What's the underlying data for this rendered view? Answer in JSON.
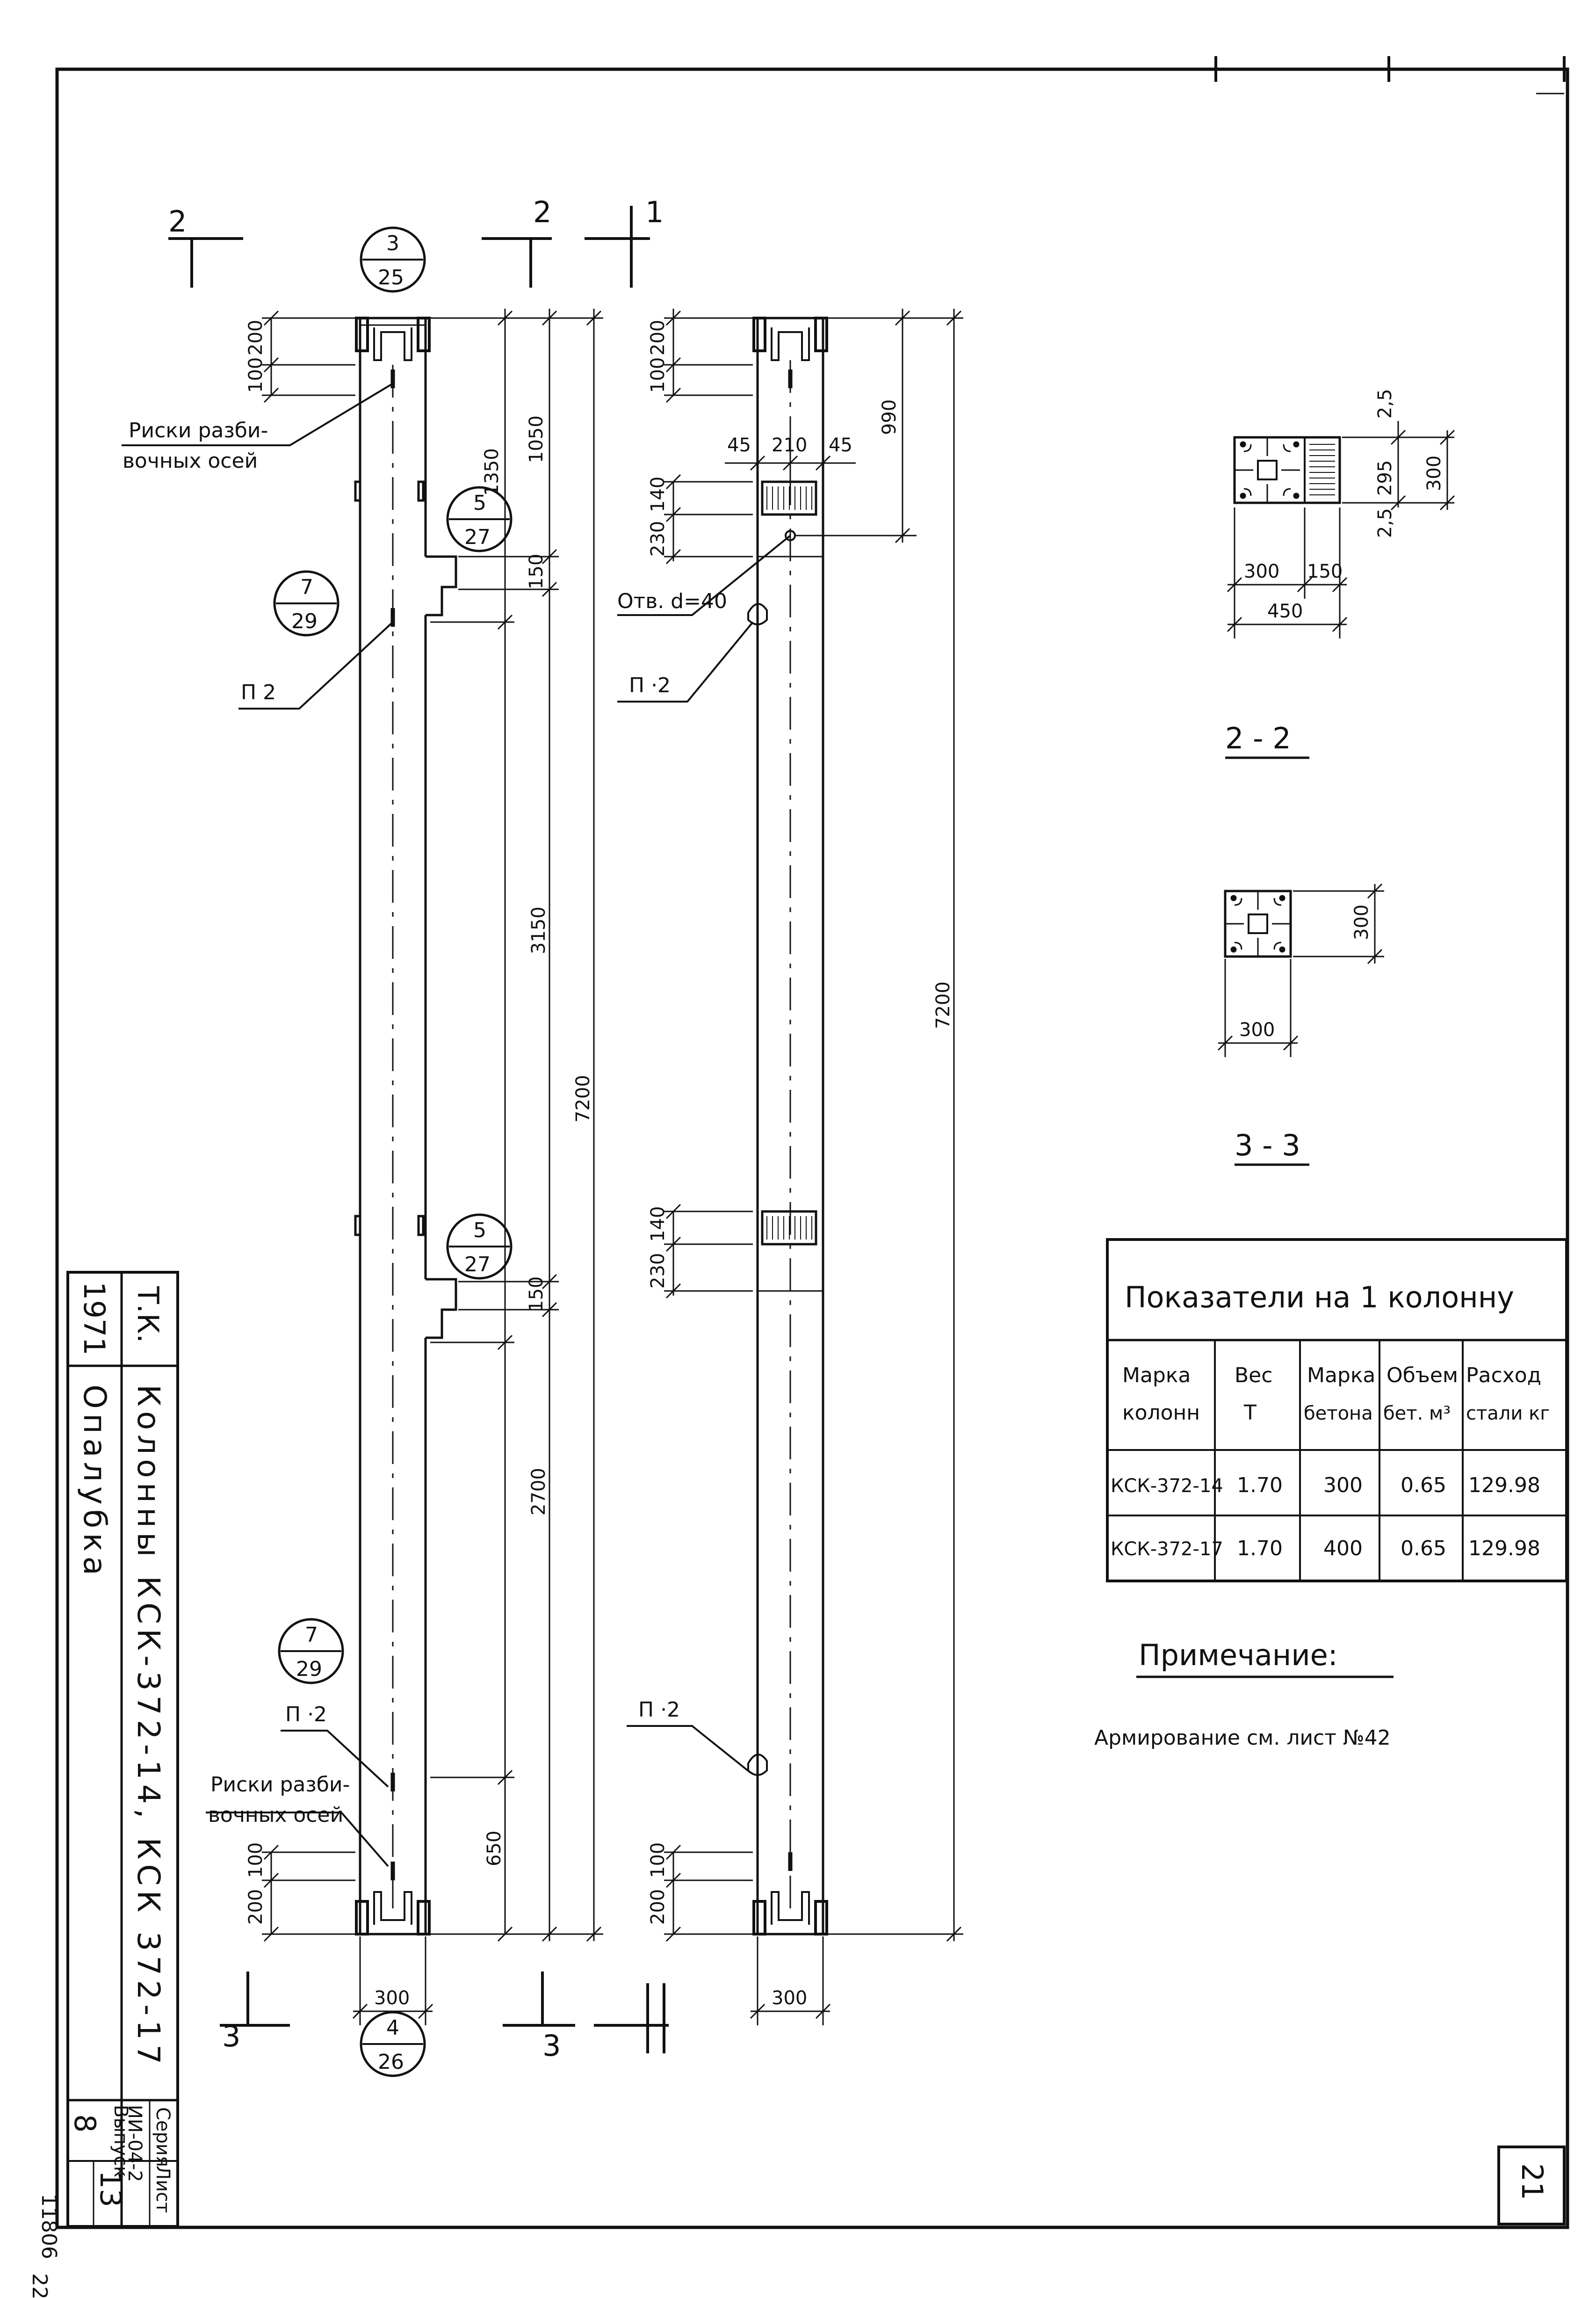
{
  "section_marks": {
    "top_left": "2",
    "top_mid": "2",
    "top_right": "1",
    "bottom_left": "3",
    "bottom_mid": "3"
  },
  "callouts": {
    "c3_25": {
      "top": "3",
      "bottom": "25"
    },
    "c5_27a": {
      "top": "5",
      "bottom": "27"
    },
    "c7_29a": {
      "top": "7",
      "bottom": "29"
    },
    "c5_27b": {
      "top": "5",
      "bottom": "27"
    },
    "c7_29b": {
      "top": "7",
      "bottom": "29"
    },
    "c4_26": {
      "top": "4",
      "bottom": "26"
    }
  },
  "labels": {
    "riski_top_1": "Риски разби-",
    "riski_top_2": "вочных осей",
    "p2_left_top": "П 2",
    "p2_right_top": "П ·2",
    "hole": "Отв. d=40",
    "p2_left_bottom": "П ·2",
    "riski_bot_1": "Риски разби-",
    "riski_bot_2": "вочных осей",
    "p2_right_bottom": "П ·2"
  },
  "dims_left": {
    "d100": "100",
    "d200": "200",
    "d1350": "1350",
    "d1050": "1050",
    "d150a": "150",
    "d3150": "3150",
    "d7200": "7200",
    "d150b": "150",
    "d2700": "2700",
    "d650": "650",
    "d200b": "200",
    "d100b": "100",
    "d300": "300"
  },
  "dims_right": {
    "d100": "100",
    "d200": "200",
    "d990": "990",
    "d45a": "45",
    "d210": "210",
    "d45b": "45",
    "d230a": "230",
    "d140a": "140",
    "d7200": "7200",
    "d230b": "230",
    "d140b": "140",
    "d200b": "200",
    "d100b": "100",
    "d300": "300"
  },
  "section_2_2": {
    "title": "2 - 2",
    "d2_5a": "2,5",
    "d295": "295",
    "d300v": "300",
    "d2_5b": "2,5",
    "d300h": "300",
    "d150": "150",
    "d450": "450"
  },
  "section_3_3": {
    "title": "3 - 3",
    "d300v": "300",
    "d300h": "300"
  },
  "table": {
    "title": "Показатели на 1 колонну",
    "headers": [
      [
        "Марка",
        "колонн"
      ],
      [
        "Вес",
        "Т"
      ],
      [
        "Марка",
        "бетона"
      ],
      [
        "Объем",
        "бет. м³"
      ],
      [
        "Расход",
        "стали кг"
      ]
    ],
    "rows": [
      [
        "КСК-372-14",
        "1.70",
        "300",
        "0.65",
        "129.98"
      ],
      [
        "КСК-372-17",
        "1.70",
        "400",
        "0.65",
        "129.98"
      ]
    ]
  },
  "note": {
    "title": "Примечание:",
    "text": "Армирование см. лист №42"
  },
  "stamp": {
    "year": "1971",
    "org": "Т.К.",
    "title": "Колонны КСК-372-14, КСК 372-17",
    "subtitle": "Опалубка",
    "seria_label": "Серия",
    "seria": "ИИ-04-2",
    "vypusk_label": "Выпуск",
    "vypusk": "8",
    "list_label": "Лист",
    "list": "13"
  },
  "margin_number": "11806",
  "margin_number_small": "22",
  "page_number": "21"
}
